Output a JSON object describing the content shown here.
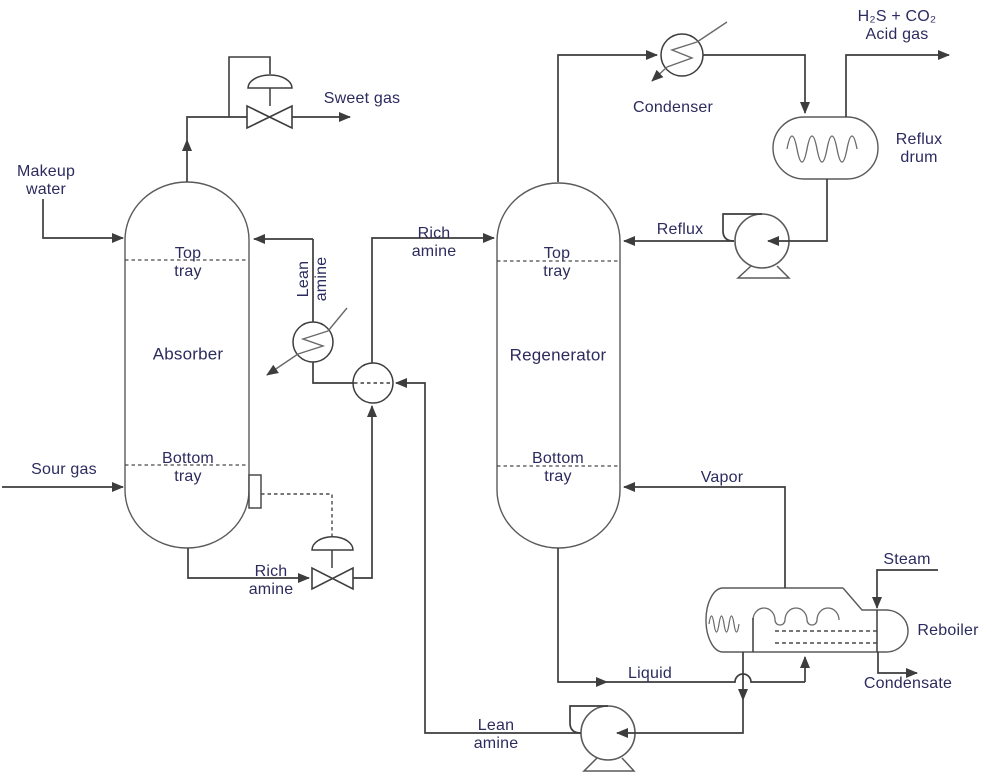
{
  "columns": {
    "absorber": {
      "name": "Absorber",
      "top_tray": "Top\ntray",
      "bottom_tray": "Bottom\ntray"
    },
    "regenerator": {
      "name": "Regenerator",
      "top_tray": "Top\ntray",
      "bottom_tray": "Bottom\ntray"
    }
  },
  "equipment": {
    "condenser": "Condenser",
    "reflux_drum": "Reflux\ndrum",
    "reboiler": "Reboiler"
  },
  "streams": {
    "makeup_water": "Makeup\nwater",
    "sweet_gas": "Sweet gas",
    "sour_gas": "Sour gas",
    "lean_amine_to_absorber": "Lean\namine",
    "rich_amine_to_regenerator": "Rich\namine",
    "rich_amine_from_absorber": "Rich\namine",
    "acid_gas": "H₂S + CO₂\nAcid gas",
    "reflux": "Reflux",
    "vapor": "Vapor",
    "steam": "Steam",
    "condensate": "Condensate",
    "liquid": "Liquid",
    "lean_amine_from_reboiler": "Lean\namine"
  },
  "colors": {
    "line": "#3d3d3d",
    "text": "#2b2b5e",
    "vessel_outline": "#5a5a5a",
    "background": "#ffffff"
  }
}
